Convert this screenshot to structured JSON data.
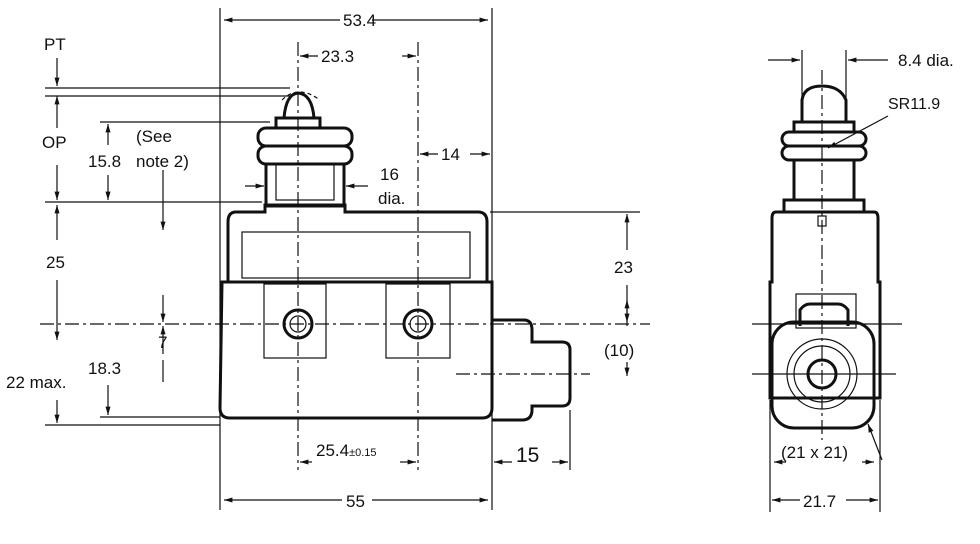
{
  "front_view": {
    "overall_width": "53.4",
    "plunger_offset": "23.3",
    "pt_label": "PT",
    "op_label": "OP",
    "note_line1": "(See",
    "note_line2": "note 2)",
    "op_height": "15.8",
    "bushing_dia_value": "16",
    "bushing_dia_unit": "dia.",
    "side_offset": "14",
    "height_25": "25",
    "height_23": "23",
    "height_7": "7",
    "height_10": "(10)",
    "height_18_3": "18.3",
    "max_height": "22 max.",
    "mount_pitch": "25.4",
    "mount_tol": "±0.15",
    "conduit_len": "15",
    "base_width": "55"
  },
  "side_view": {
    "plunger_dia": "8.4 dia.",
    "sphere_radius": "SR11.9",
    "conduit_size": "(21 x 21)",
    "width": "21.7"
  }
}
